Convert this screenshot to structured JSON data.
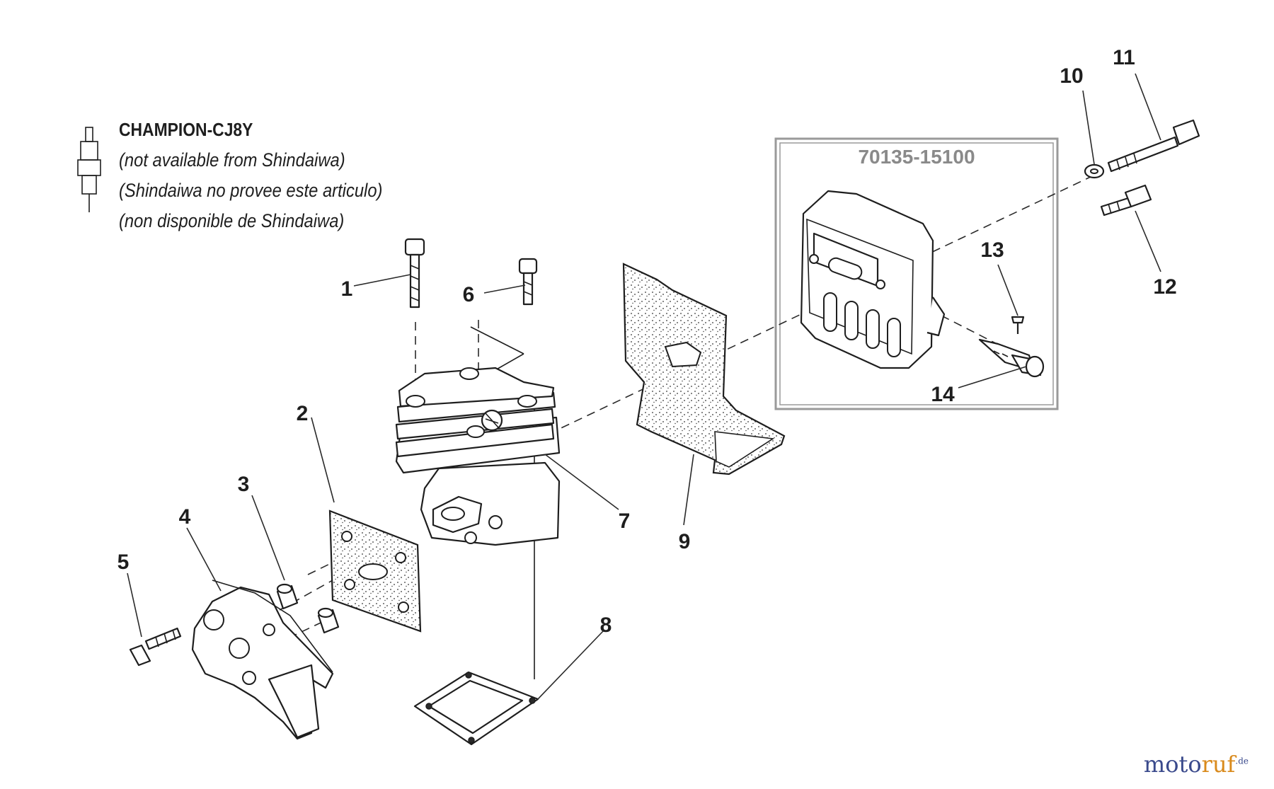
{
  "note": {
    "title": "CHAMPION-CJ8Y",
    "lines": [
      "(not available from Shindaiwa)",
      "(Shindaiwa no provee este articulo)",
      "(non disponible de Shindaiwa)"
    ],
    "icon": "spark-plug-icon"
  },
  "kit": {
    "part_number": "70135-15100"
  },
  "callouts": {
    "c1": "1",
    "c2": "2",
    "c3": "3",
    "c4": "4",
    "c5": "5",
    "c6": "6",
    "c7": "7",
    "c8": "8",
    "c9": "9",
    "c10": "10",
    "c11": "11",
    "c12": "12",
    "c13": "13",
    "c14": "14"
  },
  "watermark": {
    "brand_pre": "moto",
    "brand_post": "ruf",
    "tld": ".de"
  },
  "colors": {
    "ink": "#1e1e1e",
    "kit_label": "#8a8a8a",
    "brand_blue": "#3a4a8c",
    "brand_orange": "#d98a1c"
  }
}
